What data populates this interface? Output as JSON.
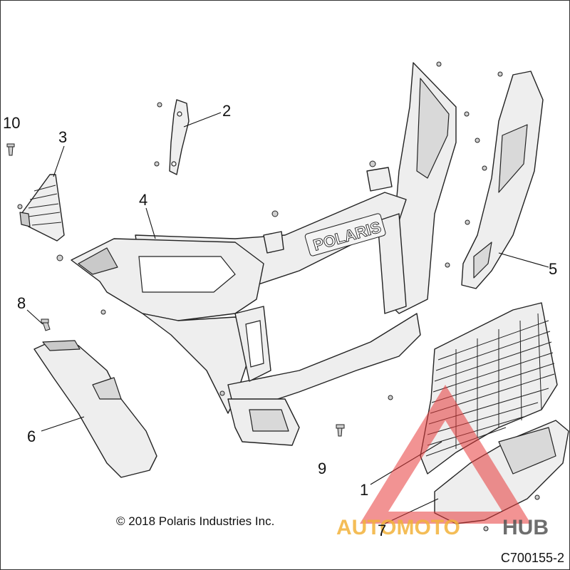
{
  "diagram": {
    "callouts": [
      "1",
      "2",
      "3",
      "4",
      "5",
      "6",
      "7",
      "8",
      "9",
      "10"
    ],
    "emboss_text": "POLARIS"
  },
  "footer": {
    "copyright": "© 2018 Polaris Industries Inc.",
    "document_number": "C700155-2"
  },
  "watermark": {
    "brand_part1": "AUTOMOTO",
    "brand_part2": "HUB",
    "colors": {
      "triangle": "#e83a3a",
      "auto": "#f2b23a",
      "hub": "#555555"
    }
  }
}
